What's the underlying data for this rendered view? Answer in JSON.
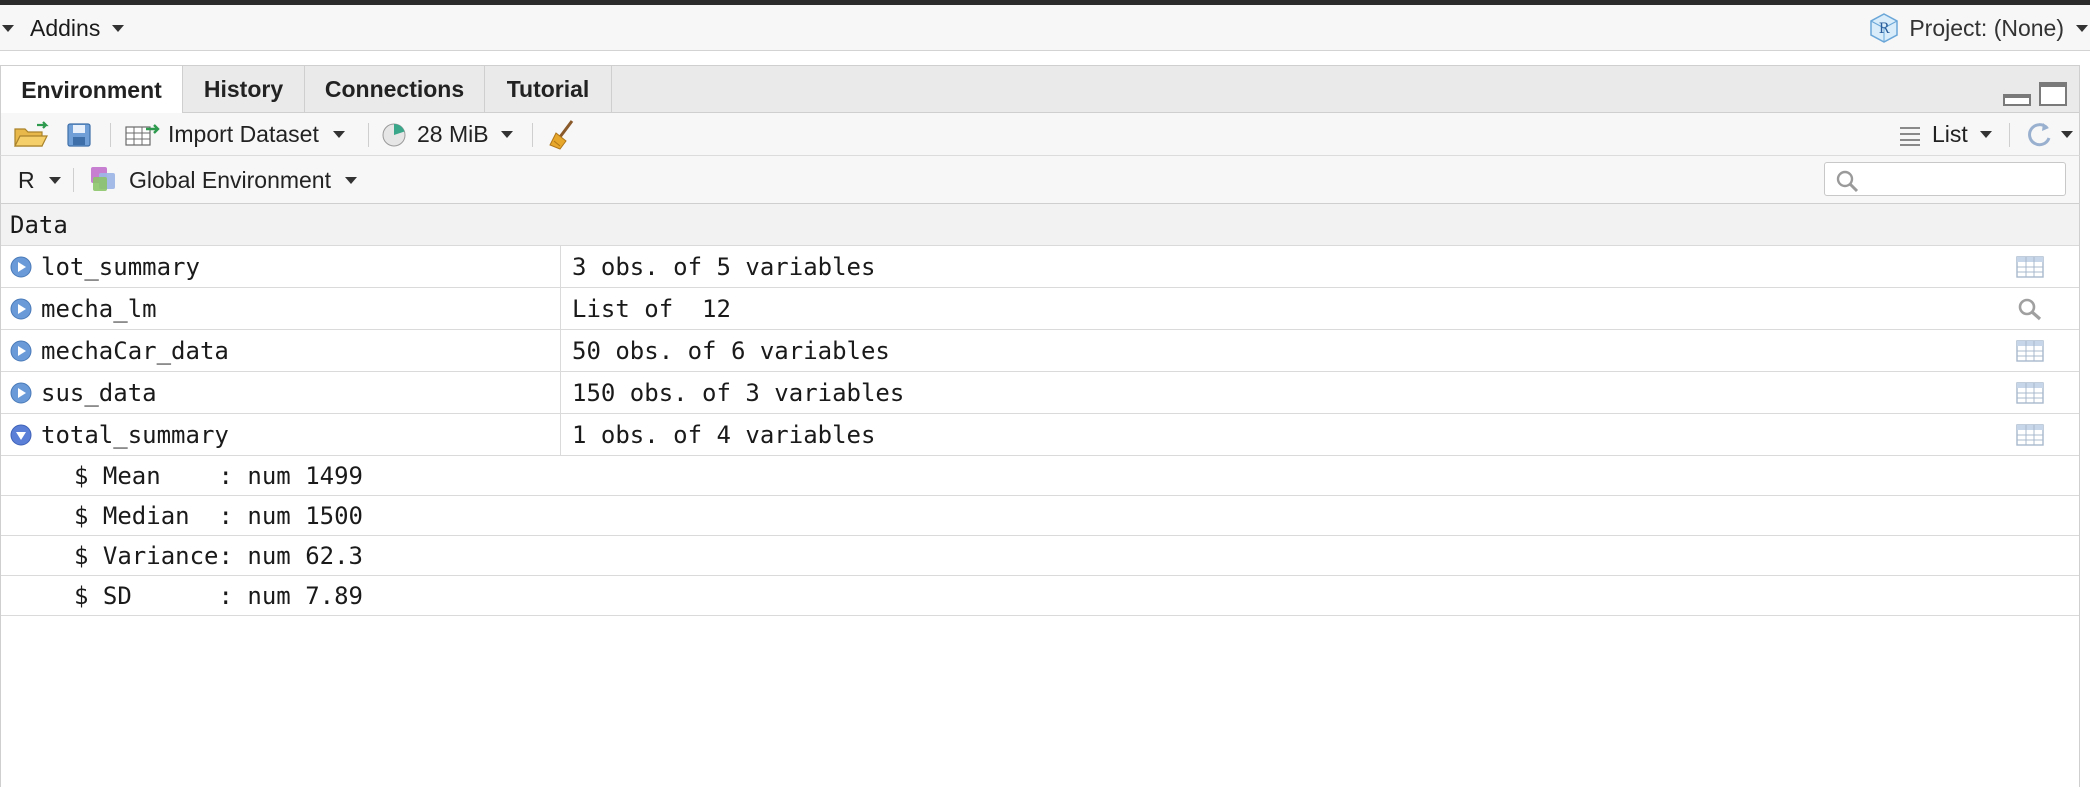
{
  "addins_bar": {
    "label": "Addins",
    "project_label": "Project: (None)"
  },
  "tabs": [
    {
      "label": "Environment",
      "active": true
    },
    {
      "label": "History",
      "active": false
    },
    {
      "label": "Connections",
      "active": false
    },
    {
      "label": "Tutorial",
      "active": false
    }
  ],
  "toolbar": {
    "import_label": "Import Dataset",
    "memory_label": "28 MiB",
    "view_mode_label": "List"
  },
  "env_bar": {
    "language_label": "R",
    "environment_label": "Global Environment",
    "search_placeholder": ""
  },
  "data_section": {
    "header": "Data",
    "variables": [
      {
        "name": "lot_summary",
        "value": "3 obs. of 5 variables",
        "expanded": false,
        "action_icon": "table-view-icon"
      },
      {
        "name": "mecha_lm",
        "value": "List of  12",
        "expanded": false,
        "action_icon": "magnifier-icon"
      },
      {
        "name": "mechaCar_data",
        "value": "50 obs. of 6 variables",
        "expanded": false,
        "action_icon": "table-view-icon"
      },
      {
        "name": "sus_data",
        "value": "150 obs. of 3 variables",
        "expanded": false,
        "action_icon": "table-view-icon"
      },
      {
        "name": "total_summary",
        "value": "1 obs. of 4 variables",
        "expanded": true,
        "action_icon": "table-view-icon"
      }
    ],
    "structure_lines": [
      "$ Mean    : num 1499",
      "$ Median  : num 1500",
      "$ Variance: num 62.3",
      "$ SD      : num 7.89"
    ]
  },
  "colors": {
    "expander_blue": "#6a9bd8",
    "expander_open": "#5b7fd6",
    "active_tab": "#ffffff",
    "tab_strip": "#eaeaea"
  }
}
